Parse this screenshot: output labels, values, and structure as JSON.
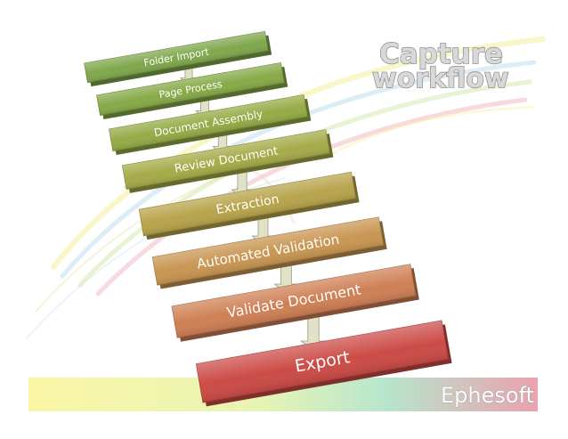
{
  "title": {
    "line1": "Capture",
    "line2": "workflow"
  },
  "brand": "Ephesoft",
  "steps": [
    {
      "label": "Folder Import",
      "color": "#7fa84c"
    },
    {
      "label": "Page Process",
      "color": "#87aa48"
    },
    {
      "label": "Document Assembly",
      "color": "#95ab46"
    },
    {
      "label": "Review Document",
      "color": "#a5ab48"
    },
    {
      "label": "Extraction",
      "color": "#b8a44c"
    },
    {
      "label": "Automated Validation",
      "color": "#c99653"
    },
    {
      "label": "Validate Document",
      "color": "#cf8055"
    },
    {
      "label": "Export",
      "color": "#cc4b46"
    }
  ],
  "colors": {
    "arrow": "#e2e2c8",
    "title_fill": "#d8d8d8",
    "brand_bar_left": "#fdf7a8",
    "brand_bar_mid": "#bfe7c7",
    "brand_bar_right": "#e9a7b1"
  }
}
